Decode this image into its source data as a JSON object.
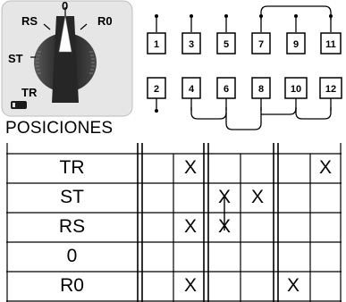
{
  "selector": {
    "positions_caption": "POSICIONES",
    "dial_labels": {
      "top": "0",
      "left_upper": "RS",
      "right_upper": "R0",
      "left_middle": "ST",
      "left_lower": "TR"
    }
  },
  "terminals": {
    "top_row": [
      "1",
      "3",
      "5",
      "7",
      "9",
      "11"
    ],
    "bottom_row": [
      "2",
      "4",
      "6",
      "8",
      "10",
      "12"
    ]
  },
  "table": {
    "rows": [
      {
        "label": "TR",
        "marks": [
          "",
          "X",
          "",
          "",
          "",
          "X"
        ]
      },
      {
        "label": "ST",
        "marks": [
          "",
          "",
          "X",
          "X",
          "",
          ""
        ]
      },
      {
        "label": "RS",
        "marks": [
          "",
          "X",
          "X",
          "",
          "",
          ""
        ]
      },
      {
        "label": "0",
        "marks": [
          "",
          "",
          "",
          "",
          "",
          ""
        ]
      },
      {
        "label": "R0",
        "marks": [
          "",
          "X",
          "",
          "",
          "X",
          ""
        ]
      }
    ]
  },
  "colors": {
    "dial_plate": "#e6e6e6",
    "knob_dark": "#2a2a2a",
    "pointer": "#ffffff",
    "line": "#000000"
  }
}
